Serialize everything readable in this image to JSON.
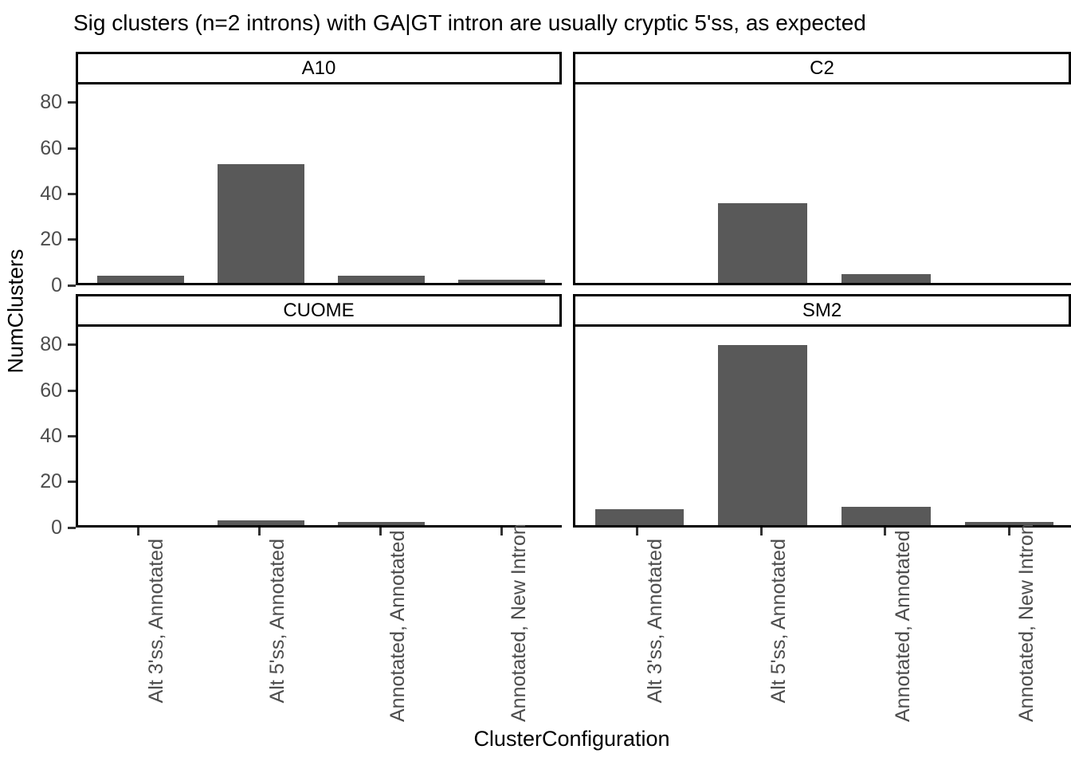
{
  "chart_data": {
    "type": "bar",
    "title": "Sig clusters (n=2 introns) with GA|GT intron are usually cryptic 5'ss, as expected",
    "xlabel": "ClusterConfiguration",
    "ylabel": "NumClusters",
    "categories": [
      "Alt 3'ss, Annotated",
      "Alt 5'ss, Annotated",
      "Annotated, Annotated",
      "Annotated, New Intron"
    ],
    "ylim": [
      0,
      88
    ],
    "yticks": [
      0,
      20,
      40,
      60,
      80
    ],
    "ytick_labels": [
      "0",
      "20",
      "40",
      "60",
      "80"
    ],
    "grid": false,
    "legend": "none",
    "facet_layout": "2x2",
    "bar_color": "#595959",
    "panel_border_color": "#000000",
    "axis_text_color": "#4d4d4d",
    "facets": [
      {
        "name": "A10",
        "values": [
          3,
          52,
          3,
          1
        ]
      },
      {
        "name": "C2",
        "values": [
          0,
          35,
          4,
          0
        ]
      },
      {
        "name": "CUOME",
        "values": [
          0,
          2,
          1,
          0
        ]
      },
      {
        "name": "SM2",
        "values": [
          7,
          79,
          8,
          1
        ]
      }
    ]
  }
}
